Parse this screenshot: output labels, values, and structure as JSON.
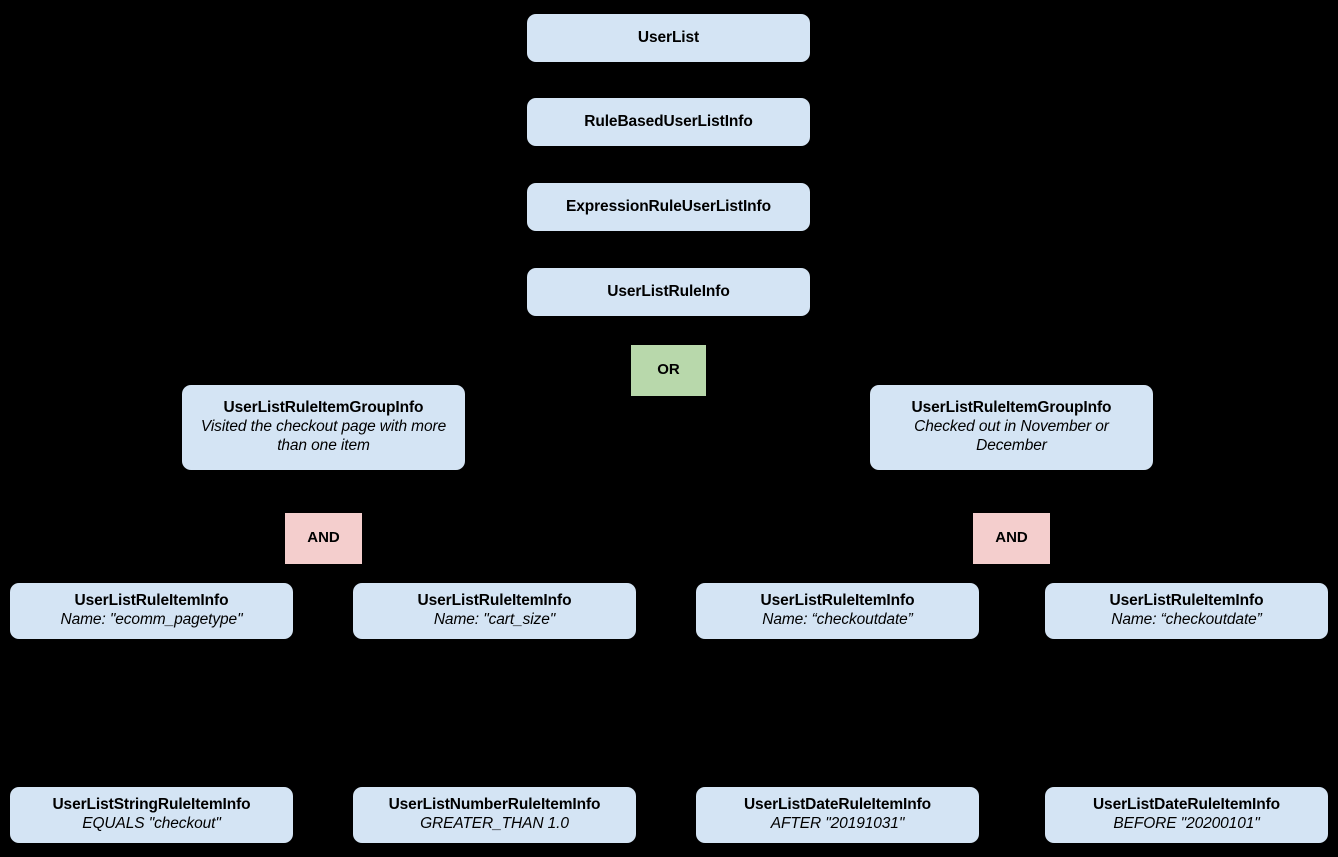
{
  "diagram": {
    "title_hidden": "UserList rule hierarchy",
    "background_color": "#000000",
    "node_color": "#d4e4f4",
    "or_color": "#b8d8ab",
    "and_color": "#f4cecd",
    "edge_color": "#000000",
    "text_color": "#000000"
  },
  "nodes": {
    "user_list": {
      "title": "UserList",
      "subtitle": ""
    },
    "rule_based_user_list_info": {
      "title": "RuleBasedUserListInfo",
      "subtitle": ""
    },
    "expression_rule_user_list_info": {
      "title": "ExpressionRuleUserListInfo",
      "subtitle": ""
    },
    "user_list_rule_info": {
      "title": "UserListRuleInfo",
      "subtitle": ""
    },
    "or_operator": {
      "label": "OR"
    },
    "group_left": {
      "title": "UserListRuleItemGroupInfo",
      "subtitle": "Visited the checkout page with more than one item"
    },
    "group_right": {
      "title": "UserListRuleItemGroupInfo",
      "subtitle": "Checked out in November or December"
    },
    "and_operator_left": {
      "label": "AND"
    },
    "and_operator_right": {
      "label": "AND"
    },
    "item_1": {
      "title": "UserListRuleItemInfo",
      "subtitle": "Name: \"ecomm_pagetype\""
    },
    "item_2": {
      "title": "UserListRuleItemInfo",
      "subtitle": "Name: \"cart_size\""
    },
    "item_3": {
      "title": "UserListRuleItemInfo",
      "subtitle": "Name: “checkoutdate”"
    },
    "item_4": {
      "title": "UserListRuleItemInfo",
      "subtitle": "Name: “checkoutdate”"
    },
    "leaf_1": {
      "title": "UserListStringRuleItemInfo",
      "subtitle": "EQUALS \"checkout\""
    },
    "leaf_2": {
      "title": "UserListNumberRuleItemInfo",
      "subtitle": "GREATER_THAN 1.0"
    },
    "leaf_3": {
      "title": "UserListDateRuleItemInfo",
      "subtitle": "AFTER \"20191031\""
    },
    "leaf_4": {
      "title": "UserListDateRuleItemInfo",
      "subtitle": "BEFORE \"20200101\""
    }
  },
  "edges": [
    {
      "from": "user_list",
      "to": "rule_based_user_list_info"
    },
    {
      "from": "rule_based_user_list_info",
      "to": "expression_rule_user_list_info"
    },
    {
      "from": "expression_rule_user_list_info",
      "to": "user_list_rule_info"
    },
    {
      "from": "user_list_rule_info",
      "to": "or_operator"
    },
    {
      "from": "or_operator",
      "to": "group_left"
    },
    {
      "from": "or_operator",
      "to": "group_right"
    },
    {
      "from": "group_left",
      "to": "and_operator_left"
    },
    {
      "from": "and_operator_left",
      "to": "item_1"
    },
    {
      "from": "and_operator_left",
      "to": "item_2"
    },
    {
      "from": "group_right",
      "to": "and_operator_right"
    },
    {
      "from": "and_operator_right",
      "to": "item_3"
    },
    {
      "from": "and_operator_right",
      "to": "item_4"
    },
    {
      "from": "item_1",
      "to": "leaf_1"
    },
    {
      "from": "item_2",
      "to": "leaf_2"
    },
    {
      "from": "item_3",
      "to": "leaf_3"
    },
    {
      "from": "item_4",
      "to": "leaf_4"
    }
  ]
}
